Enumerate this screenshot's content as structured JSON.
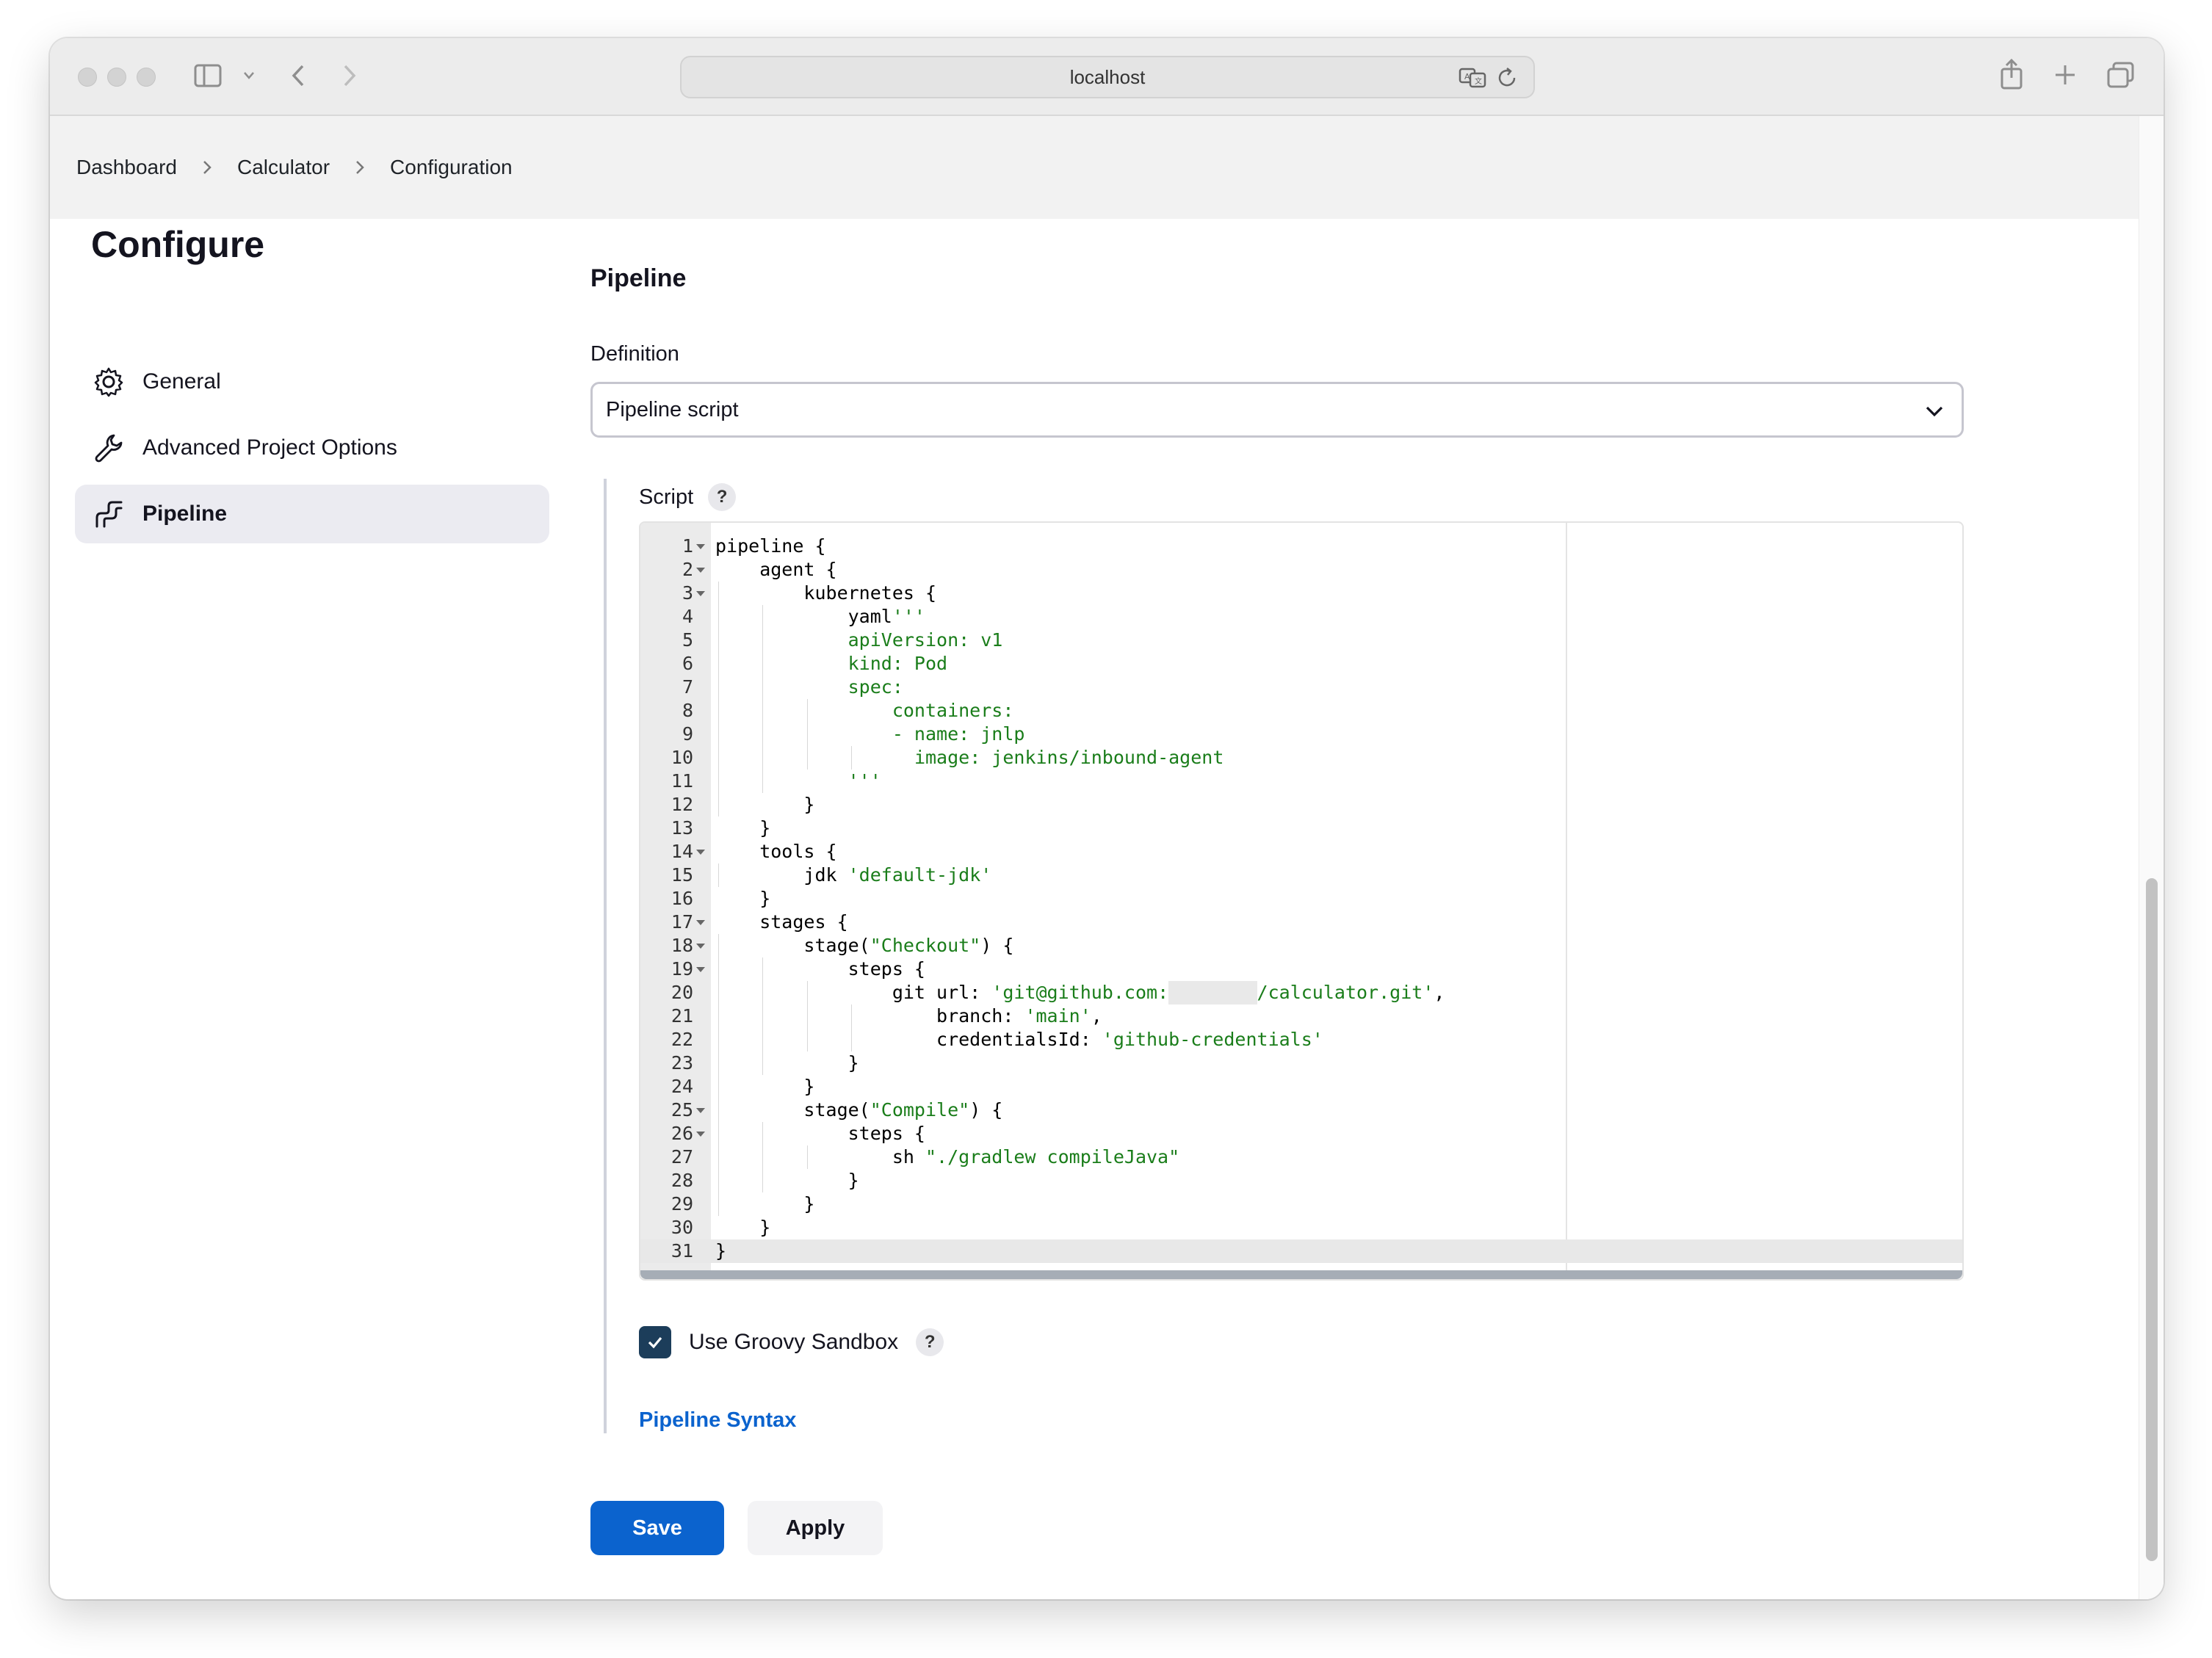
{
  "browser": {
    "url": "localhost"
  },
  "breadcrumb": [
    "Dashboard",
    "Calculator",
    "Configuration"
  ],
  "sidebar": {
    "title": "Configure",
    "items": [
      {
        "label": "General",
        "icon": "gear-icon",
        "active": false
      },
      {
        "label": "Advanced Project Options",
        "icon": "wrench-icon",
        "active": false
      },
      {
        "label": "Pipeline",
        "icon": "pipeline-icon",
        "active": true
      }
    ]
  },
  "main": {
    "section_title": "Pipeline",
    "definition_label": "Definition",
    "definition_value": "Pipeline script",
    "script_label": "Script",
    "help_glyph": "?",
    "code_lines": [
      "pipeline {",
      "    agent {",
      "        kubernetes {",
      "            yaml'''",
      "            apiVersion: v1",
      "            kind: Pod",
      "            spec:",
      "                containers:",
      "                - name: jnlp",
      "                  image: jenkins/inbound-agent",
      "            '''",
      "        }",
      "    }",
      "    tools {",
      "        jdk 'default-jdk'",
      "    }",
      "    stages {",
      "        stage(\"Checkout\") {",
      "            steps {",
      "                git url: 'git@github.com:",
      "                    branch: 'main',",
      "                    credentialsId: 'github-credentials'",
      "            }",
      "        }",
      "        stage(\"Compile\") {",
      "            steps {",
      "                sh \"./gradlew compileJava\"",
      "            }",
      "        }",
      "    }",
      "}"
    ],
    "line20_tail": "/calculator.git',",
    "fold_lines": [
      1,
      2,
      3,
      14,
      17,
      18,
      19,
      25,
      26
    ],
    "sandbox_label": "Use Groovy Sandbox",
    "sandbox_checked": true,
    "syntax_link": "Pipeline Syntax",
    "save_label": "Save",
    "apply_label": "Apply"
  },
  "colors": {
    "primary": "#0b63ce",
    "checkbox": "#1c3d5a",
    "string": "#1a7d1a"
  }
}
